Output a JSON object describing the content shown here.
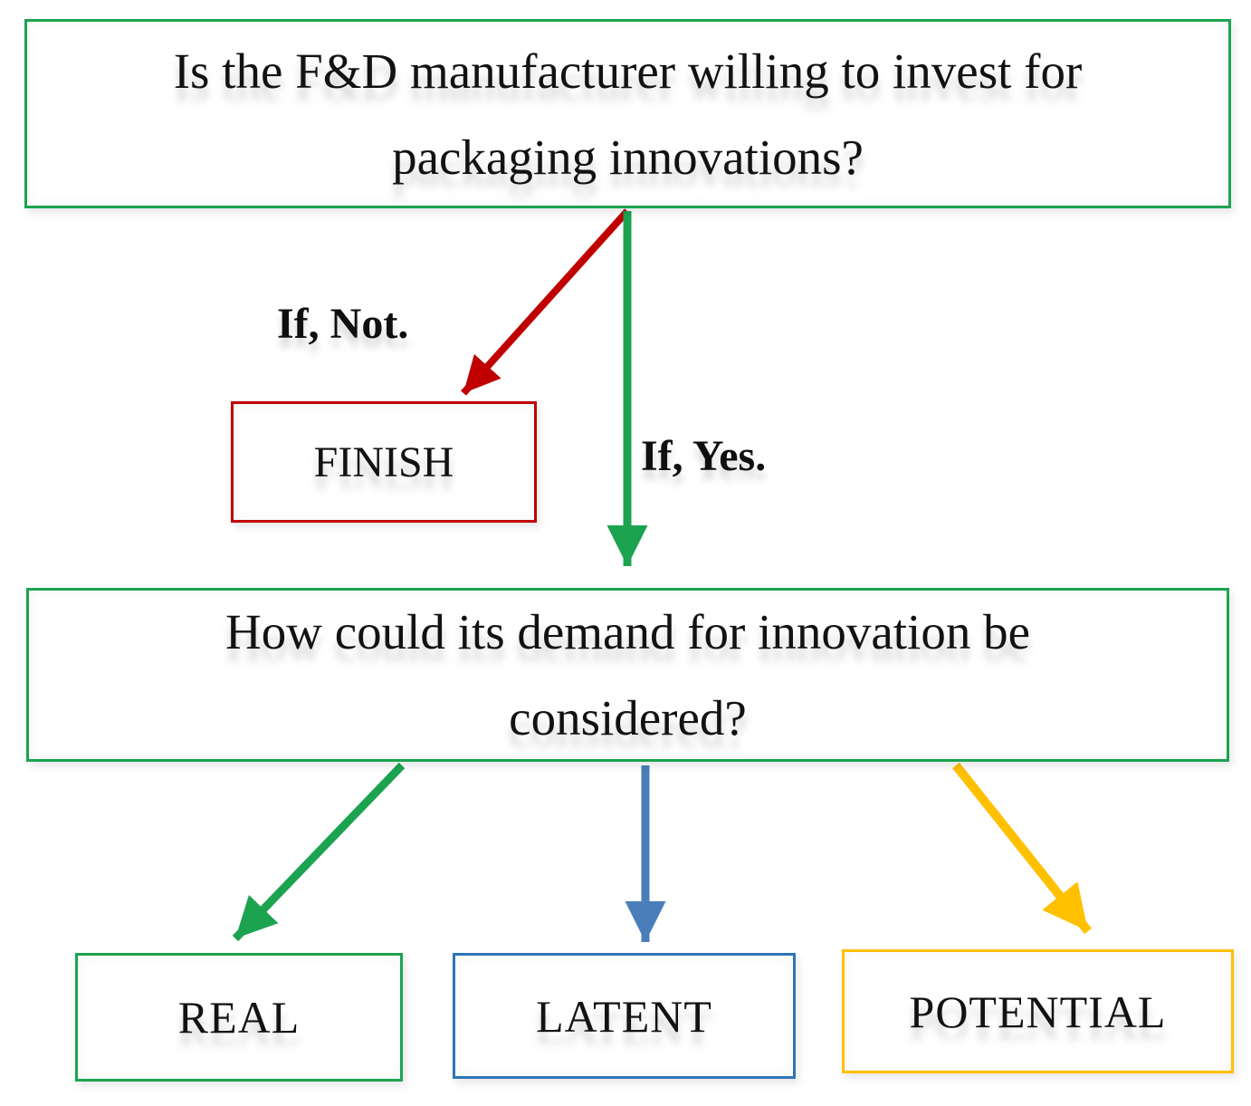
{
  "colors": {
    "green": "#1CA350",
    "red": "#C00000",
    "blue_arrow": "#4A7EBB",
    "blue_border": "#2E75B6",
    "yellow": "#FFC000"
  },
  "nodes": {
    "question1": {
      "text": "Is the F&D manufacturer willing to invest for packaging innovations?"
    },
    "finish": {
      "label": "FINISH"
    },
    "question2": {
      "text": "How could its demand for innovation be considered?"
    },
    "outcomes": {
      "real": {
        "label": "REAL"
      },
      "latent": {
        "label": "LATENT"
      },
      "potential": {
        "label": "POTENTIAL"
      }
    }
  },
  "edges": {
    "no": {
      "label": "If, Not."
    },
    "yes": {
      "label": "If, Yes."
    }
  }
}
